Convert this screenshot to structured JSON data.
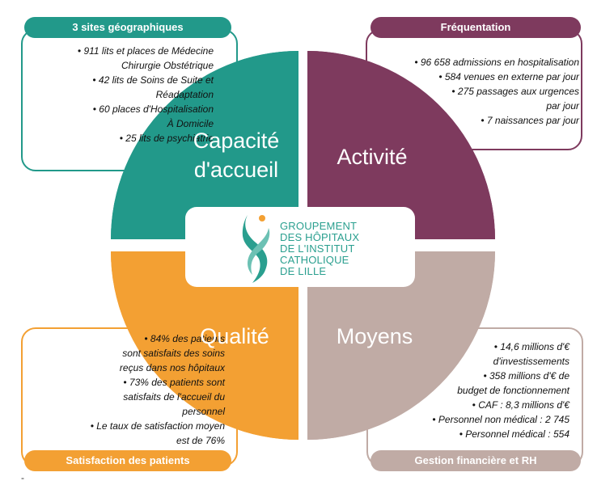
{
  "quadrants": {
    "top_left": {
      "label_line1": "Capacité",
      "label_line2": "d'accueil",
      "color": "#22998a",
      "box_title": "3 sites géographiques",
      "items": [
        "• 911 lits et places de Médecine",
        "Chirurgie Obstétrique",
        "• 42 lits de Soins de Suite et",
        "Réadaptation",
        "• 60 places d'Hospitalisation",
        "À Domicile",
        "• 25 lits de psychiatrie"
      ]
    },
    "top_right": {
      "label": "Activité",
      "color": "#7e3a5e",
      "box_title": "Fréquentation",
      "items": [
        "• 96 658 admissions en hospitalisation",
        "• 584 venues en externe par jour",
        "• 275 passages aux urgences",
        "par jour",
        "• 7 naissances par jour"
      ]
    },
    "bottom_left": {
      "label": "Qualité",
      "color": "#f3a033",
      "box_title": "Satisfaction des patients",
      "items": [
        "• 84% des patients",
        "sont satisfaits des soins",
        "reçus dans nos hôpitaux",
        "• 73% des patients sont",
        "satisfaits de l'accueil du",
        "personnel",
        "• Le taux de satisfaction moyen",
        "est de 76%"
      ]
    },
    "bottom_right": {
      "label": "Moyens",
      "color": "#c0aba5",
      "box_title": "Gestion financière et RH",
      "items": [
        "• 14,6 millions d'€",
        "d'investissements",
        "• 358 millions d'€ de",
        "budget de fonctionnement",
        "• CAF : 8,3 millions d'€",
        "• Personnel non médical : 2 745",
        "• Personnel médical : 554"
      ]
    }
  },
  "logo": {
    "lines": [
      "Groupement",
      "des Hôpitaux",
      "de l'Institut",
      "Catholique",
      "de Lille"
    ],
    "color": "#2a9f8f",
    "icon": "figure-logo-icon"
  },
  "footer_mark": "-"
}
